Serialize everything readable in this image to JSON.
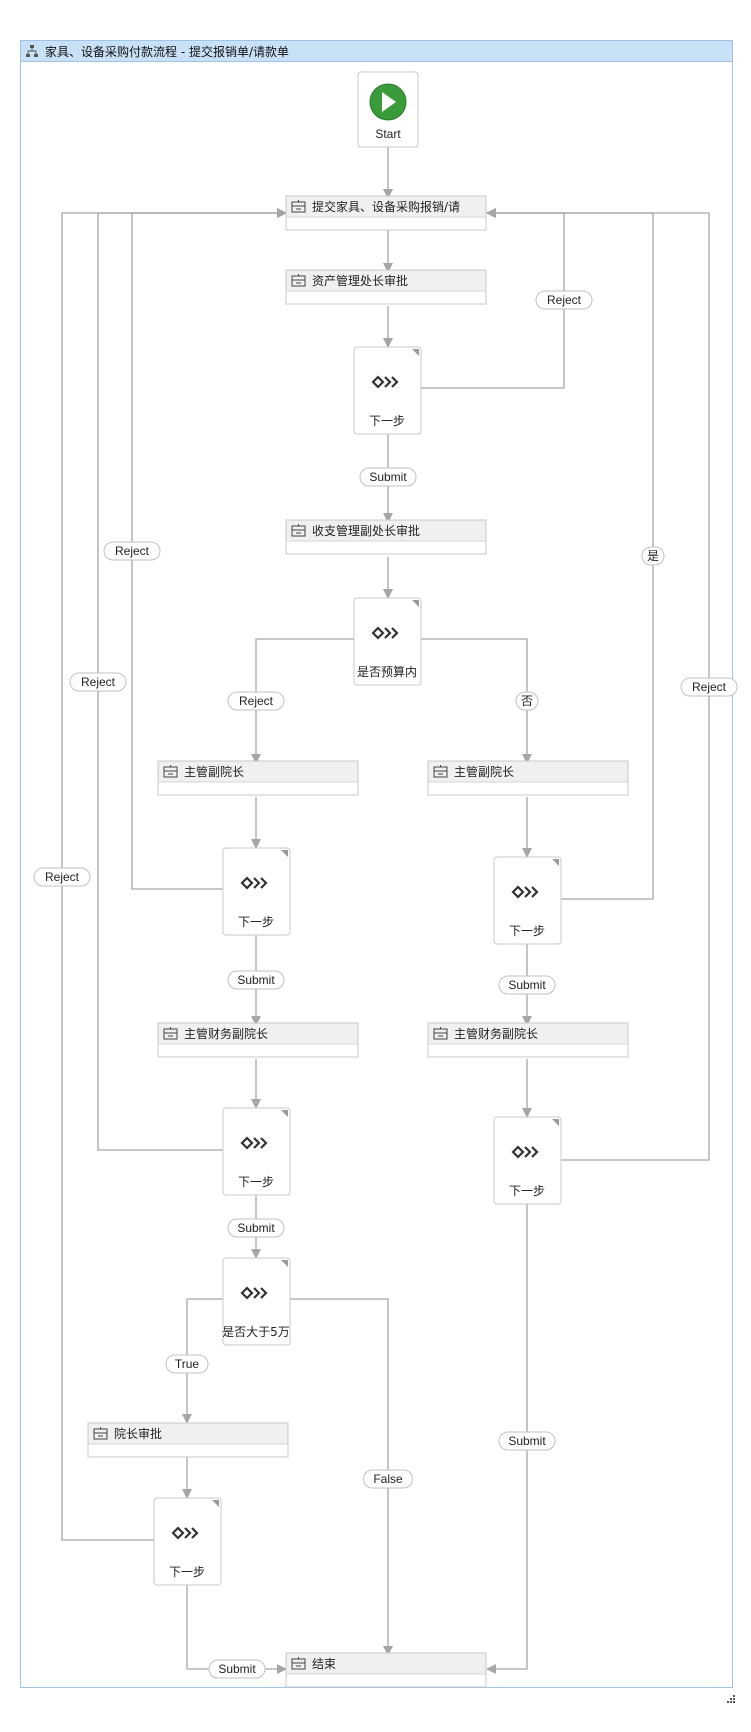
{
  "window": {
    "title": "家具、设备采购付款流程 - 提交报销单/请款单"
  },
  "colors": {
    "title_bar": "#c9e1f7",
    "border": "#9ec5e8",
    "connector": "#a6a6a6",
    "start_green": "#3a9b3a",
    "activity_header": "#f0f0f0"
  },
  "diagram": {
    "start": {
      "label": "Start"
    },
    "activities": [
      {
        "id": "a1",
        "label": "提交家具、设备采购报销/请"
      },
      {
        "id": "a2",
        "label": "资产管理处长审批"
      },
      {
        "id": "a3",
        "label": "收支管理副处长审批"
      },
      {
        "id": "a4",
        "label": "主管副院长"
      },
      {
        "id": "a5",
        "label": "主管副院长"
      },
      {
        "id": "a6",
        "label": "主管财务副院长"
      },
      {
        "id": "a7",
        "label": "主管财务副院长"
      },
      {
        "id": "a8",
        "label": "院长审批"
      },
      {
        "id": "a9",
        "label": "结束"
      }
    ],
    "decisions": [
      {
        "id": "d1",
        "label": "下一步"
      },
      {
        "id": "d2",
        "label": "是否预算内"
      },
      {
        "id": "d3",
        "label": "下一步"
      },
      {
        "id": "d4",
        "label": "下一步"
      },
      {
        "id": "d5",
        "label": "下一步"
      },
      {
        "id": "d6",
        "label": "下一步"
      },
      {
        "id": "d7",
        "label": "是否大于5万"
      },
      {
        "id": "d8",
        "label": "下一步"
      }
    ],
    "edge_labels": [
      {
        "id": "e1",
        "text": "Reject"
      },
      {
        "id": "e2",
        "text": "Submit"
      },
      {
        "id": "e3",
        "text": "Reject"
      },
      {
        "id": "e4",
        "text": "Reject"
      },
      {
        "id": "e5",
        "text": "Reject"
      },
      {
        "id": "e6",
        "text": "Reject"
      },
      {
        "id": "e7",
        "text": "否"
      },
      {
        "id": "e8",
        "text": "是"
      },
      {
        "id": "e9",
        "text": "Reject"
      },
      {
        "id": "e10",
        "text": "Submit"
      },
      {
        "id": "e11",
        "text": "Submit"
      },
      {
        "id": "e12",
        "text": "Submit"
      },
      {
        "id": "e13",
        "text": "True"
      },
      {
        "id": "e14",
        "text": "Submit"
      },
      {
        "id": "e15",
        "text": "False"
      },
      {
        "id": "e16",
        "text": "Submit"
      }
    ]
  }
}
